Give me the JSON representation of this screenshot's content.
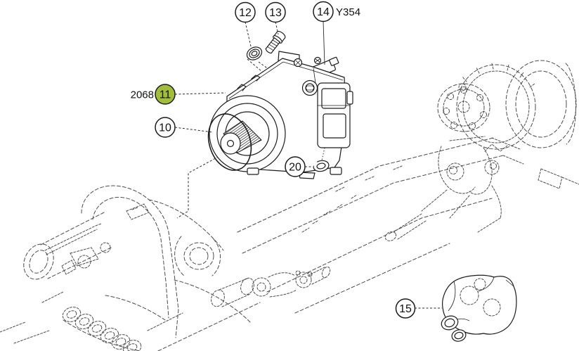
{
  "colors": {
    "background": "#ffffff",
    "line": "#1b1b1b",
    "phantom": "#4c4c4c",
    "callout_fill": "#ffffff",
    "highlight_fill": "#a2bd3c"
  },
  "callouts": [
    {
      "number": "12"
    },
    {
      "number": "13"
    },
    {
      "number": "14",
      "suffix": "Y354"
    },
    {
      "number": "11",
      "prefix": "2068",
      "highlighted": true
    },
    {
      "number": "10"
    },
    {
      "number": "20"
    },
    {
      "number": "15"
    }
  ]
}
